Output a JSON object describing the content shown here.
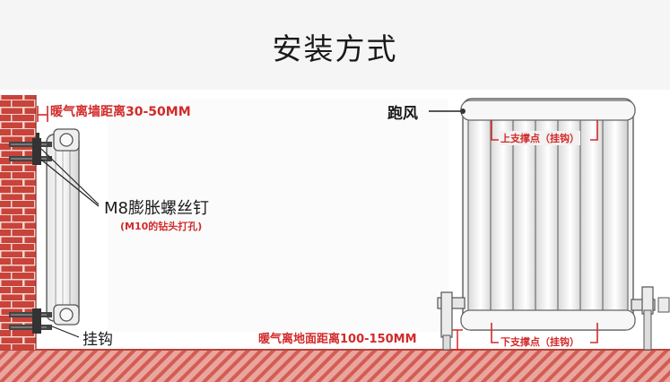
{
  "title": "安装方式",
  "labels": {
    "wall_distance": "暖气离墙距离30-50MM",
    "bolt": "M8膨胀螺丝钉",
    "drill": "(M10的钻头打孔)",
    "hook": "挂钩",
    "vent": "跑风",
    "upper_support": "上支撑点（挂钩）",
    "lower_support": "下支撑点（挂钩）",
    "floor_distance": "暖气离地面距离100-150MM"
  },
  "colors": {
    "brick": "#c8433a",
    "mortar": "#f1d6cf",
    "floor": "#d9736a",
    "accent_red": "#d32a2a",
    "text": "#1a1a1a"
  }
}
